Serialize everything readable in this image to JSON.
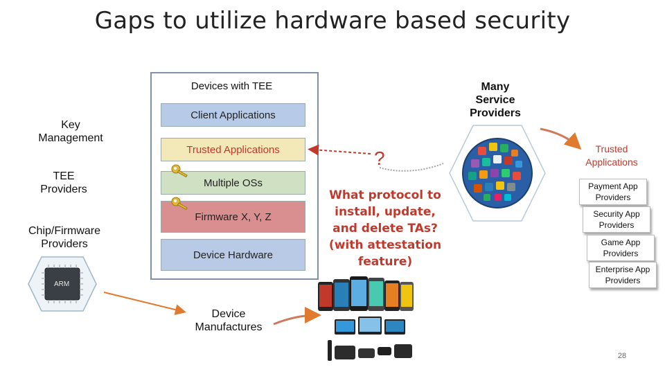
{
  "title": "Gaps to utilize hardware based security",
  "left_labels": {
    "key_management": "Key\nManagement",
    "tee_providers": "TEE\nProviders",
    "chip_providers": "Chip/Firmware\nProviders"
  },
  "tee_stack": {
    "heading": "Devices with TEE",
    "layers": {
      "client": "Client Applications",
      "trusted": "Trusted Applications",
      "os": "Multiple OSs",
      "firmware": "Firmware X, Y, Z",
      "hardware": "Device Hardware"
    }
  },
  "chip_text": "ARM",
  "question_mark": "?",
  "protocol_question": "What protocol to install, update, and delete TAs? (with attestation feature)",
  "service_providers": "Many\nService\nProviders",
  "trusted_apps_label": "Trusted\nApplications",
  "provider_cards": [
    "Payment App\nProviders",
    "Security App\nProviders",
    "Game App\nProviders",
    "Enterprise App\nProviders"
  ],
  "device_manufactures": "Device\nManufactures",
  "page_number": "28",
  "colors": {
    "accent_red": "#c0392b",
    "arrow_orange": "#e07a2e",
    "client_layer": "#b7cbe8",
    "trusted_layer": "#f3e8b8",
    "os_layer": "#cfe0c3",
    "firmware_layer": "#d98f8f",
    "hardware_layer": "#b9cae6"
  }
}
